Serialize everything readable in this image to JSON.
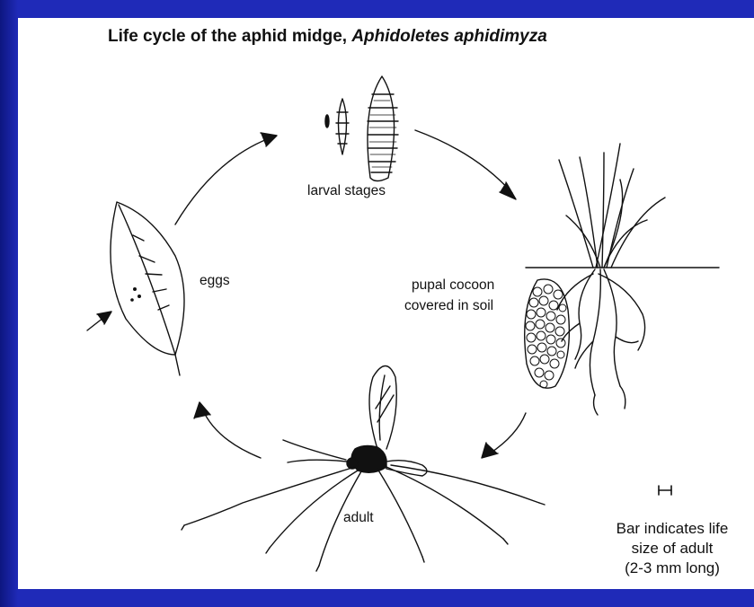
{
  "title": {
    "main": "Life cycle of the aphid midge,",
    "species": "Aphidoletes aphidimyza"
  },
  "labels": {
    "larval": "larval stages",
    "eggs": "eggs",
    "pupal_line1": "pupal cocoon",
    "pupal_line2": "covered in soil",
    "adult": "adult"
  },
  "scale_note": {
    "line1": "Bar indicates life",
    "line2": "size of adult",
    "line3": "(2-3 mm long)"
  },
  "colors": {
    "frame": "#1f2ab8",
    "ink": "#111111"
  }
}
